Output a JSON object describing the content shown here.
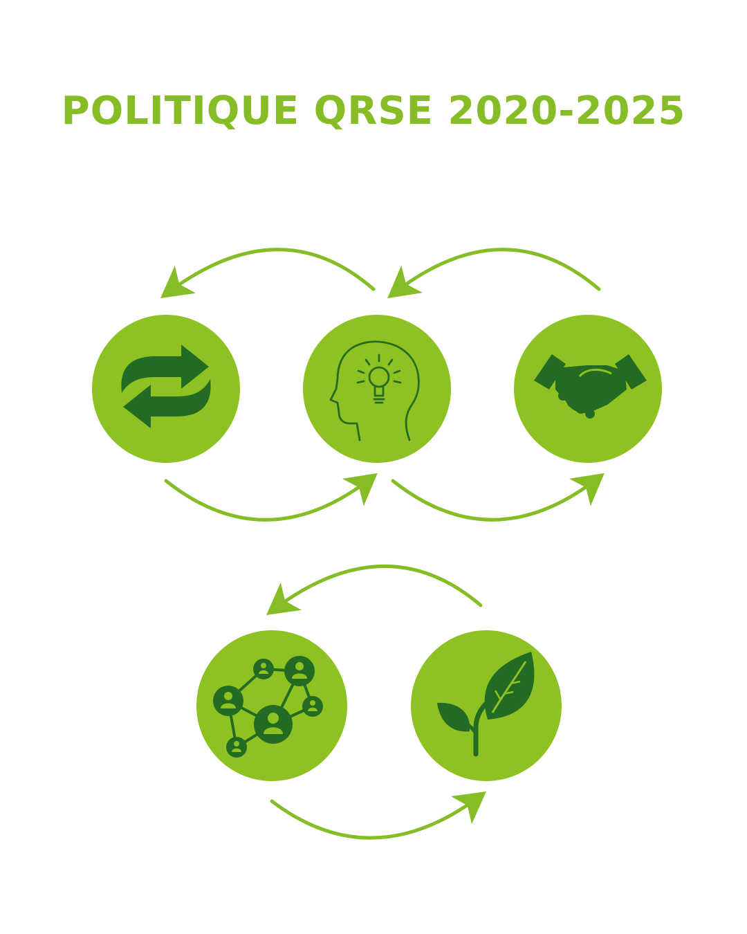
{
  "title": "POLITIQUE QRSE 2020-2025",
  "colors": {
    "circle": "#8ec222",
    "icon": "#236b22",
    "arrow": "#86bc25",
    "title": "#86bc25"
  },
  "nodes": [
    {
      "id": "exchange",
      "icon": "exchange-arrows-icon"
    },
    {
      "id": "innovation",
      "icon": "head-lightbulb-icon"
    },
    {
      "id": "partnership",
      "icon": "handshake-icon"
    },
    {
      "id": "network",
      "icon": "people-network-icon"
    },
    {
      "id": "environment",
      "icon": "leaf-plant-icon"
    }
  ]
}
